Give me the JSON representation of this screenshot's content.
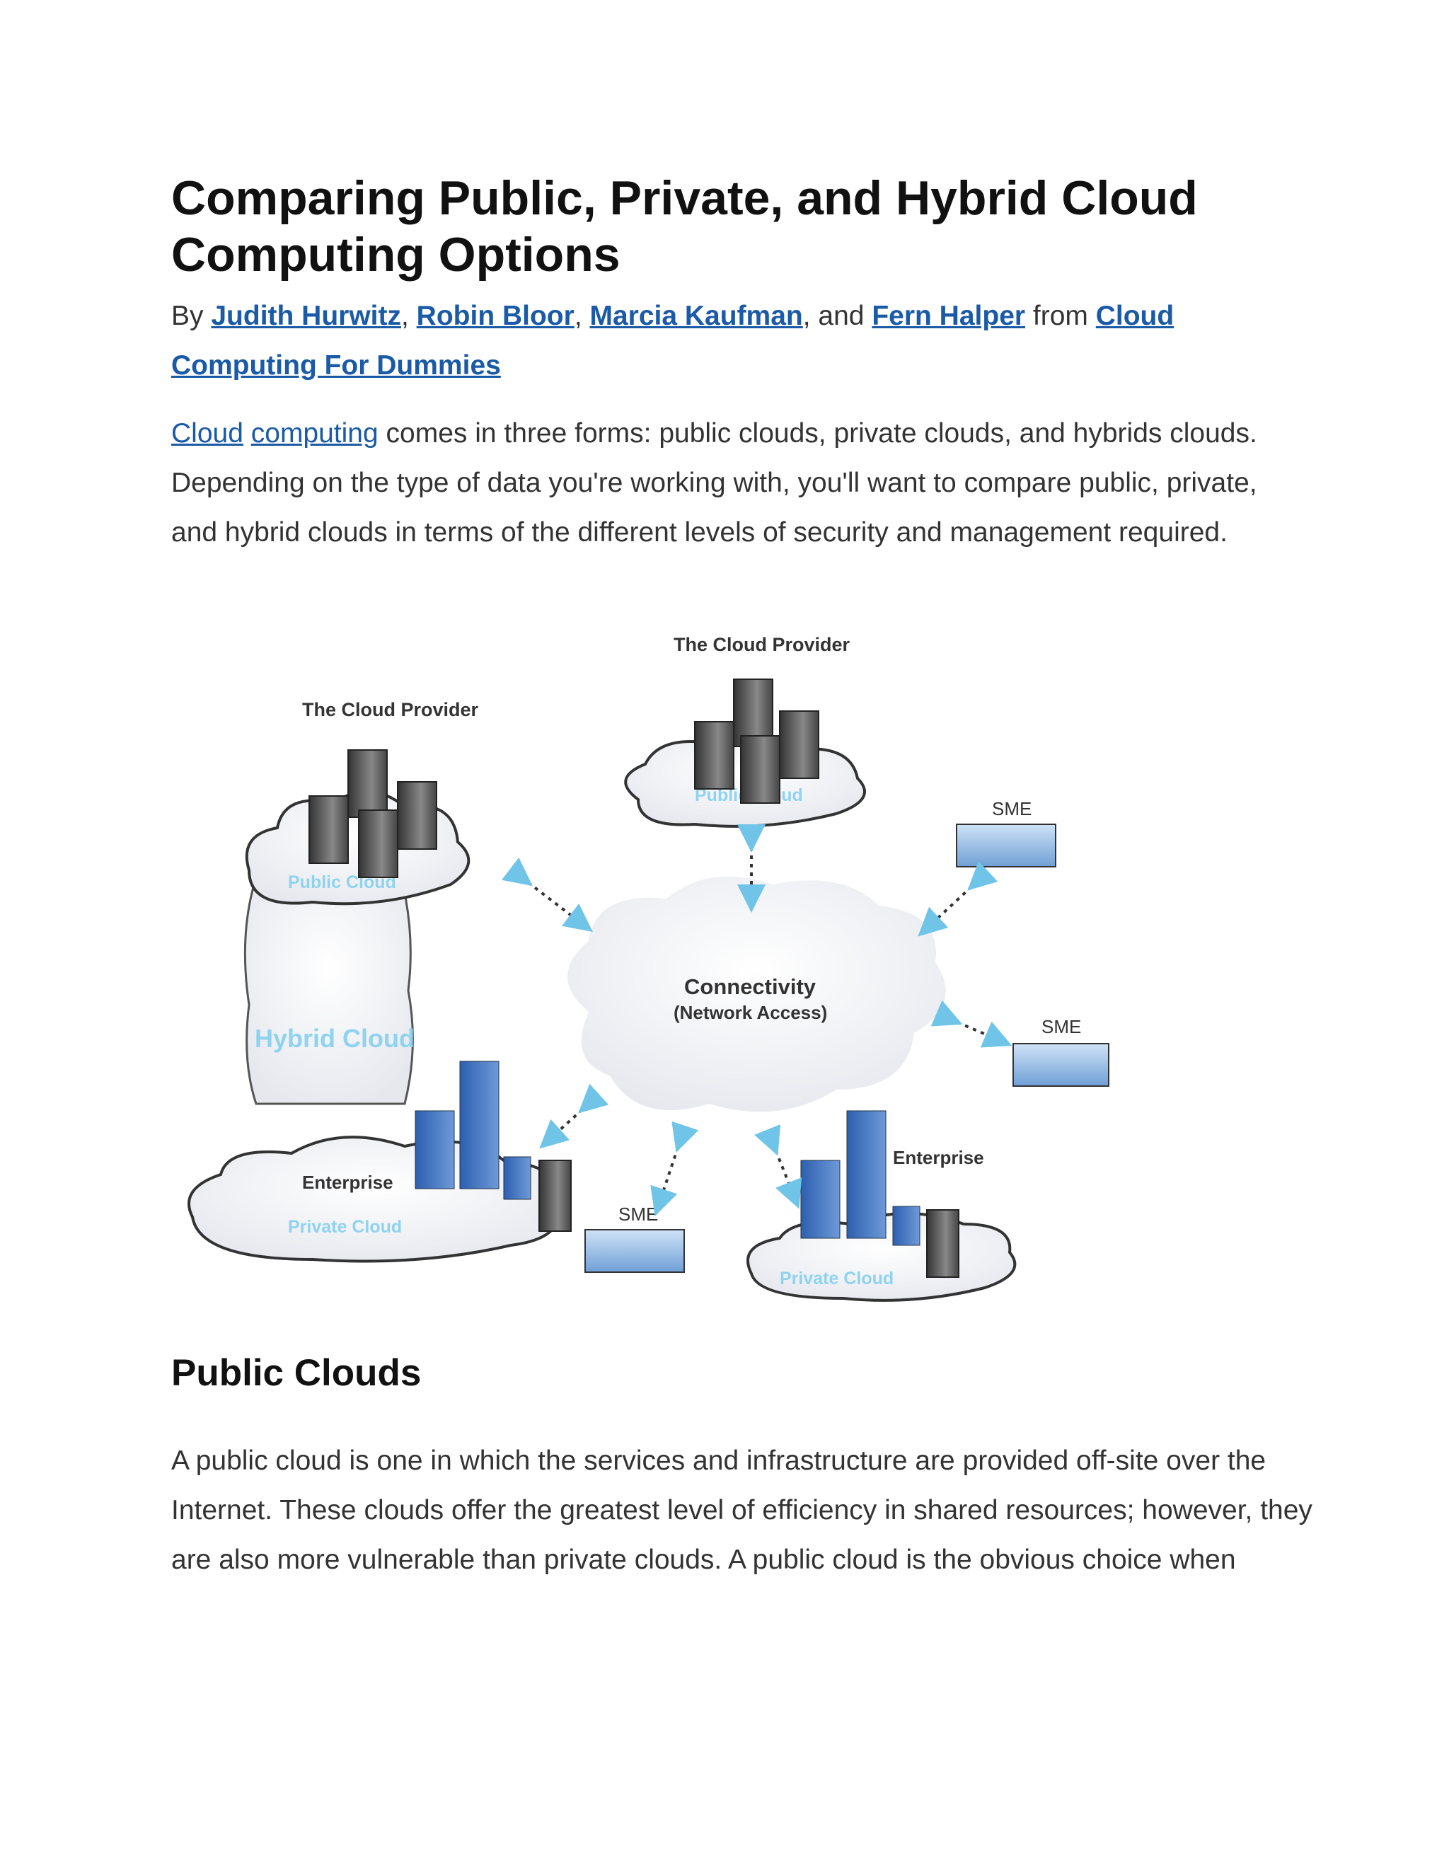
{
  "article": {
    "title": "Comparing Public, Private, and Hybrid Cloud Computing Options",
    "byline": {
      "by": "By ",
      "authors": [
        "Judith Hurwitz",
        "Robin Bloor",
        "Marcia Kaufman",
        "Fern Halper"
      ],
      "sep1": ", ",
      "sep2": ", ",
      "sep3": ", and ",
      "from": " from ",
      "book": "Cloud Computing For Dummies"
    },
    "intro": {
      "link1": "Cloud",
      "link2": "computing",
      "text": " comes in three forms: public clouds, private clouds, and hybrids clouds. Depending on the type of data you're working with, you'll want to compare public, private, and hybrid clouds in terms of the different levels of security and management required."
    },
    "section": {
      "heading": "Public Clouds",
      "text": "A public cloud is one in which the services and infrastructure are provided off-site over the Internet. These clouds offer the greatest level of efficiency in shared resources; however, they are also more vulnerable than private clouds. A public cloud is the obvious choice when"
    }
  },
  "diagram": {
    "provider_left": "The Cloud Provider",
    "provider_top": "The Cloud Provider",
    "public_cloud_left": "Public Cloud",
    "public_cloud_top": "Public Cloud",
    "hybrid": "Hybrid Cloud",
    "connectivity": "Connectivity",
    "network_access": "(Network Access)",
    "enterprise_left": "Enterprise",
    "private_cloud_left": "Private Cloud",
    "enterprise_right": "Enterprise",
    "private_cloud_right": "Private Cloud",
    "sme_top_right": "SME",
    "sme_mid_right": "SME",
    "sme_bottom": "SME",
    "colors": {
      "cloud_label": "#8fd3ef",
      "building": "#3b6fc0",
      "arrow": "#6fc4e8"
    }
  }
}
